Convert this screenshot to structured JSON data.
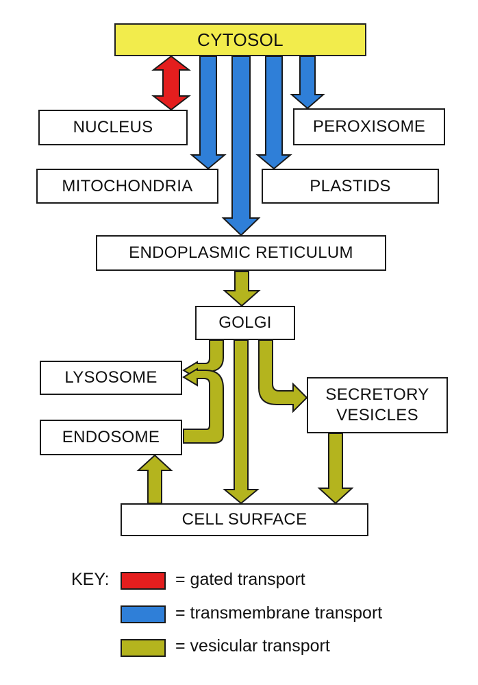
{
  "compartments": {
    "cytosol": "CYTOSOL",
    "nucleus": "NUCLEUS",
    "peroxisome": "PEROXISOME",
    "mitochondria": "MITOCHONDRIA",
    "plastids": "PLASTIDS",
    "endoplasmic_reticulum": "ENDOPLASMIC RETICULUM",
    "golgi": "GOLGI",
    "lysosome": "LYSOSOME",
    "secretory_vesicles_line1": "SECRETORY",
    "secretory_vesicles_line2": "VESICLES",
    "endosome": "ENDOSOME",
    "cell_surface": "CELL SURFACE"
  },
  "key": {
    "title": "KEY:",
    "gated": "= gated transport",
    "transmembrane": "= transmembrane transport",
    "vesicular": "= vesicular transport"
  },
  "colors": {
    "gated": "#e41e1e",
    "transmembrane": "#2f7fd8",
    "vesicular": "#b4b41e",
    "cytosol_fill": "#f2ec4c",
    "outline": "#1a1a1a"
  }
}
